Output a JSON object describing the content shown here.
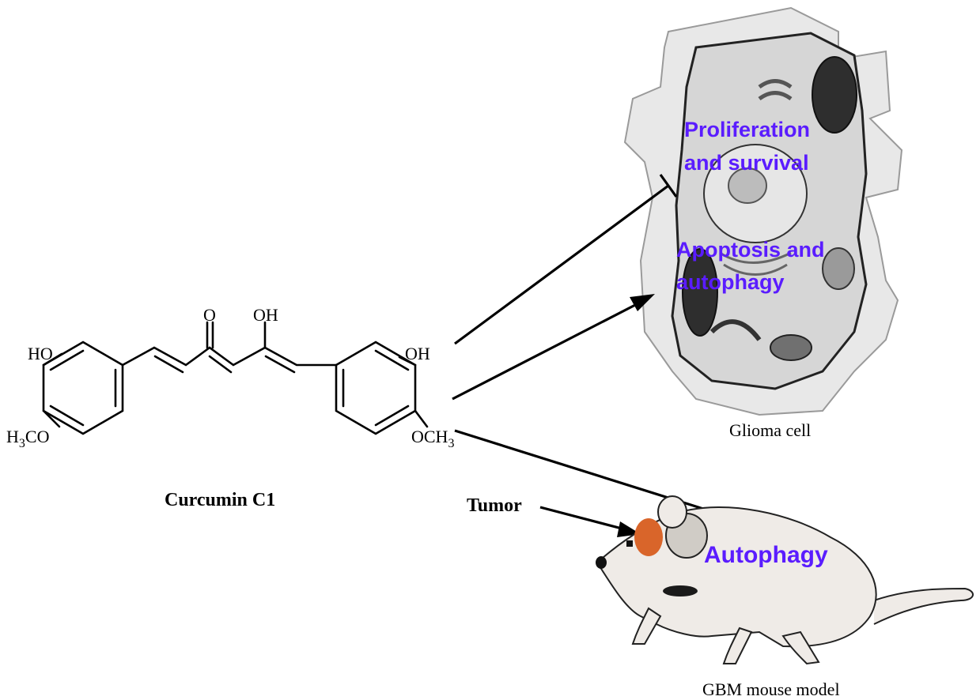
{
  "molecule": {
    "name": "Curcumin C1",
    "atom_labels": {
      "ketone_o": "O",
      "enol_oh": "OH",
      "left_ho": "HO",
      "left_methoxy": "H3CO",
      "right_oh": "OH",
      "right_methoxy": "OCH3"
    }
  },
  "glioma_cell": {
    "caption": "Glioma cell",
    "label_inhibit_line1": "Proliferation",
    "label_inhibit_line2": "and survival",
    "label_promote_line1": "Apoptosis and",
    "label_promote_line2": "autophagy"
  },
  "mouse": {
    "caption": "GBM mouse model",
    "tumor_label": "Tumor",
    "effect_label": "Autophagy"
  },
  "colors": {
    "effect_text": "#5a1cff",
    "tumor": "#d9652a",
    "cell_fill": "#dcdcdc",
    "mouse_fill": "#efebe7"
  }
}
